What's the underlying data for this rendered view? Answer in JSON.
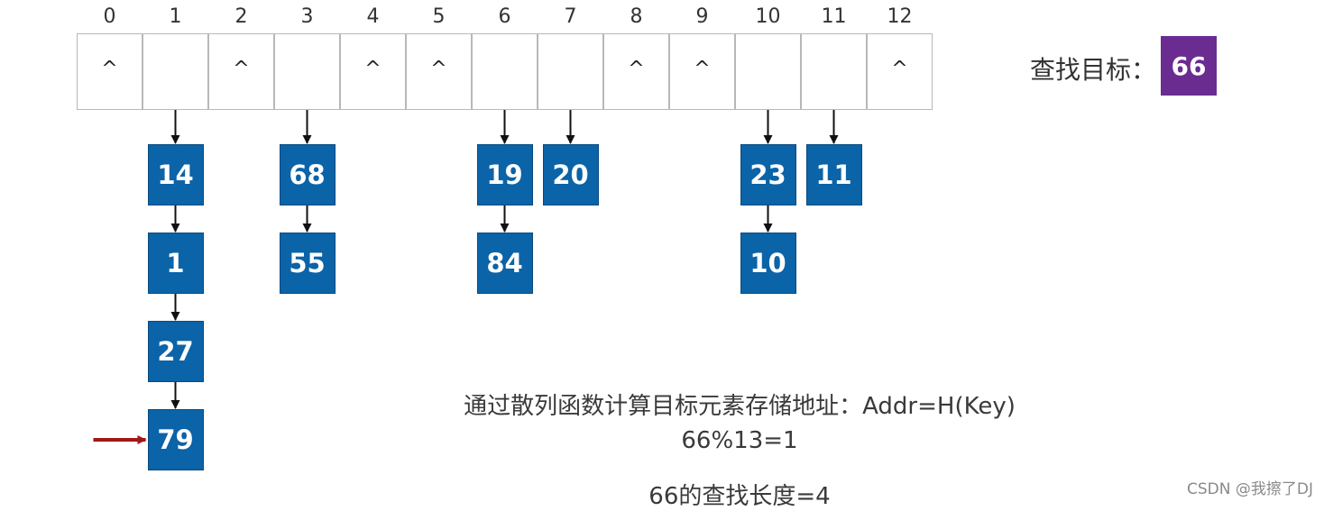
{
  "hash_table": {
    "indices": [
      "0",
      "1",
      "2",
      "3",
      "4",
      "5",
      "6",
      "7",
      "8",
      "9",
      "10",
      "11",
      "12"
    ],
    "empty_marker": "^",
    "slots": [
      {
        "index": 0,
        "chain": []
      },
      {
        "index": 1,
        "chain": [
          "14",
          "1",
          "27",
          "79"
        ]
      },
      {
        "index": 2,
        "chain": []
      },
      {
        "index": 3,
        "chain": [
          "68",
          "55"
        ]
      },
      {
        "index": 4,
        "chain": []
      },
      {
        "index": 5,
        "chain": []
      },
      {
        "index": 6,
        "chain": [
          "19",
          "84"
        ]
      },
      {
        "index": 7,
        "chain": [
          "20"
        ]
      },
      {
        "index": 8,
        "chain": []
      },
      {
        "index": 9,
        "chain": []
      },
      {
        "index": 10,
        "chain": [
          "23",
          "10"
        ]
      },
      {
        "index": 11,
        "chain": [
          "11"
        ]
      },
      {
        "index": 12,
        "chain": []
      }
    ],
    "highlighted": {
      "slot": 1,
      "position": 3
    }
  },
  "target": {
    "label": "查找目标：",
    "value": "66"
  },
  "explanation": {
    "line1": "通过散列函数计算目标元素存储地址：Addr=H(Key)",
    "line2": "66%13=1",
    "line3": "66的查找长度=4"
  },
  "watermark": "CSDN @我擦了DJ",
  "colors": {
    "node_fill": "#0b63a8",
    "target_fill": "#6a2c91",
    "pointer_arrow": "#a01818",
    "link_arrow": "#111111"
  }
}
